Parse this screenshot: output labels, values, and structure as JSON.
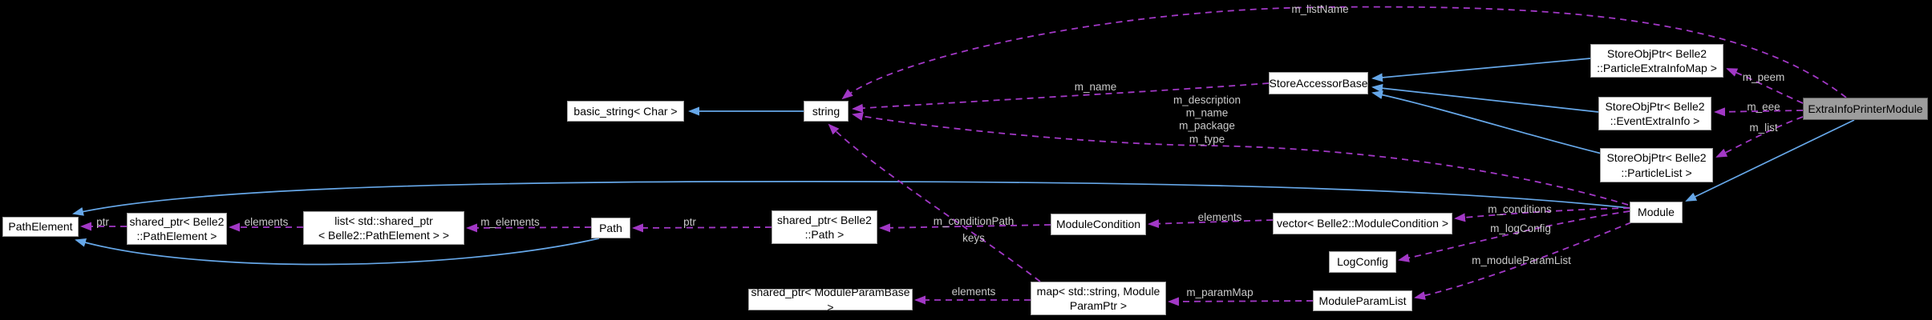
{
  "diagram": {
    "type": "collaboration-graph",
    "colors": {
      "background": "#000000",
      "node_fill": "#ffffff",
      "node_border": "#9f9f9f",
      "node_text": "#000000",
      "highlight_fill": "#9c9c9c",
      "highlight_border": "#5a5a5a",
      "edge_label": "#c9c9c9",
      "inheritance_edge": "#66a7e8",
      "usage_edge": "#a238c6"
    },
    "nodes": [
      {
        "id": "path-element",
        "label": "PathElement",
        "highlighted": false
      },
      {
        "id": "shared-ptr-pathelement",
        "label": "shared_ptr< Belle2\n::PathElement >",
        "highlighted": false
      },
      {
        "id": "list-shared-ptr-pathelement",
        "label": "list< std::shared_ptr\n< Belle2::PathElement > >",
        "highlighted": false
      },
      {
        "id": "path",
        "label": "Path",
        "highlighted": false
      },
      {
        "id": "shared-ptr-path",
        "label": "shared_ptr< Belle2\n::Path >",
        "highlighted": false
      },
      {
        "id": "module-condition",
        "label": "ModuleCondition",
        "highlighted": false
      },
      {
        "id": "vector-module-condition",
        "label": "vector< Belle2::ModuleCondition >",
        "highlighted": false
      },
      {
        "id": "log-config",
        "label": "LogConfig",
        "highlighted": false
      },
      {
        "id": "module-param-list",
        "label": "ModuleParamList",
        "highlighted": false
      },
      {
        "id": "map-string-moduleparamptr",
        "label": "map< std::string, Module\nParamPtr >",
        "highlighted": false
      },
      {
        "id": "shared-ptr-moduleparambase",
        "label": "shared_ptr< ModuleParamBase >",
        "highlighted": false
      },
      {
        "id": "basic-string-char",
        "label": "basic_string< Char >",
        "highlighted": false
      },
      {
        "id": "string",
        "label": "string",
        "highlighted": false
      },
      {
        "id": "store-accessor-base",
        "label": "StoreAccessorBase",
        "highlighted": false
      },
      {
        "id": "storeobjptr-particleextrainfomap",
        "label": "StoreObjPtr< Belle2\n::ParticleExtraInfoMap >",
        "highlighted": false
      },
      {
        "id": "storeobjptr-eventextrainfo",
        "label": "StoreObjPtr< Belle2\n::EventExtraInfo >",
        "highlighted": false
      },
      {
        "id": "storeobjptr-particlelist",
        "label": "StoreObjPtr< Belle2\n::ParticleList >",
        "highlighted": false
      },
      {
        "id": "extra-info-printer-module",
        "label": "ExtraInfoPrinterModule",
        "highlighted": true
      },
      {
        "id": "module",
        "label": "Module",
        "highlighted": false
      }
    ],
    "edge_labels": [
      {
        "id": "m-listname",
        "text": "m_listName"
      },
      {
        "id": "m-name",
        "text": "m_name"
      },
      {
        "id": "module-strings",
        "text": "m_description\nm_name\nm_package\nm_type"
      },
      {
        "id": "m-peem",
        "text": "m_peem"
      },
      {
        "id": "m-eee",
        "text": "m_eee"
      },
      {
        "id": "m-list",
        "text": "m_list"
      },
      {
        "id": "m-conditions",
        "text": "m_conditions"
      },
      {
        "id": "m-logconfig",
        "text": "m_logConfig"
      },
      {
        "id": "m-moduleparamlist",
        "text": "m_moduleParamList"
      },
      {
        "id": "elements-conditions",
        "text": "elements"
      },
      {
        "id": "m-conditionpath",
        "text": "m_conditionPath"
      },
      {
        "id": "keys",
        "text": "keys"
      },
      {
        "id": "m-parammap",
        "text": "m_paramMap"
      },
      {
        "id": "elements-params",
        "text": "elements"
      },
      {
        "id": "ptr-path",
        "text": "ptr"
      },
      {
        "id": "m-elements",
        "text": "m_elements"
      },
      {
        "id": "elements-pathelements",
        "text": "elements"
      },
      {
        "id": "ptr-pathelement",
        "text": "ptr"
      }
    ]
  }
}
